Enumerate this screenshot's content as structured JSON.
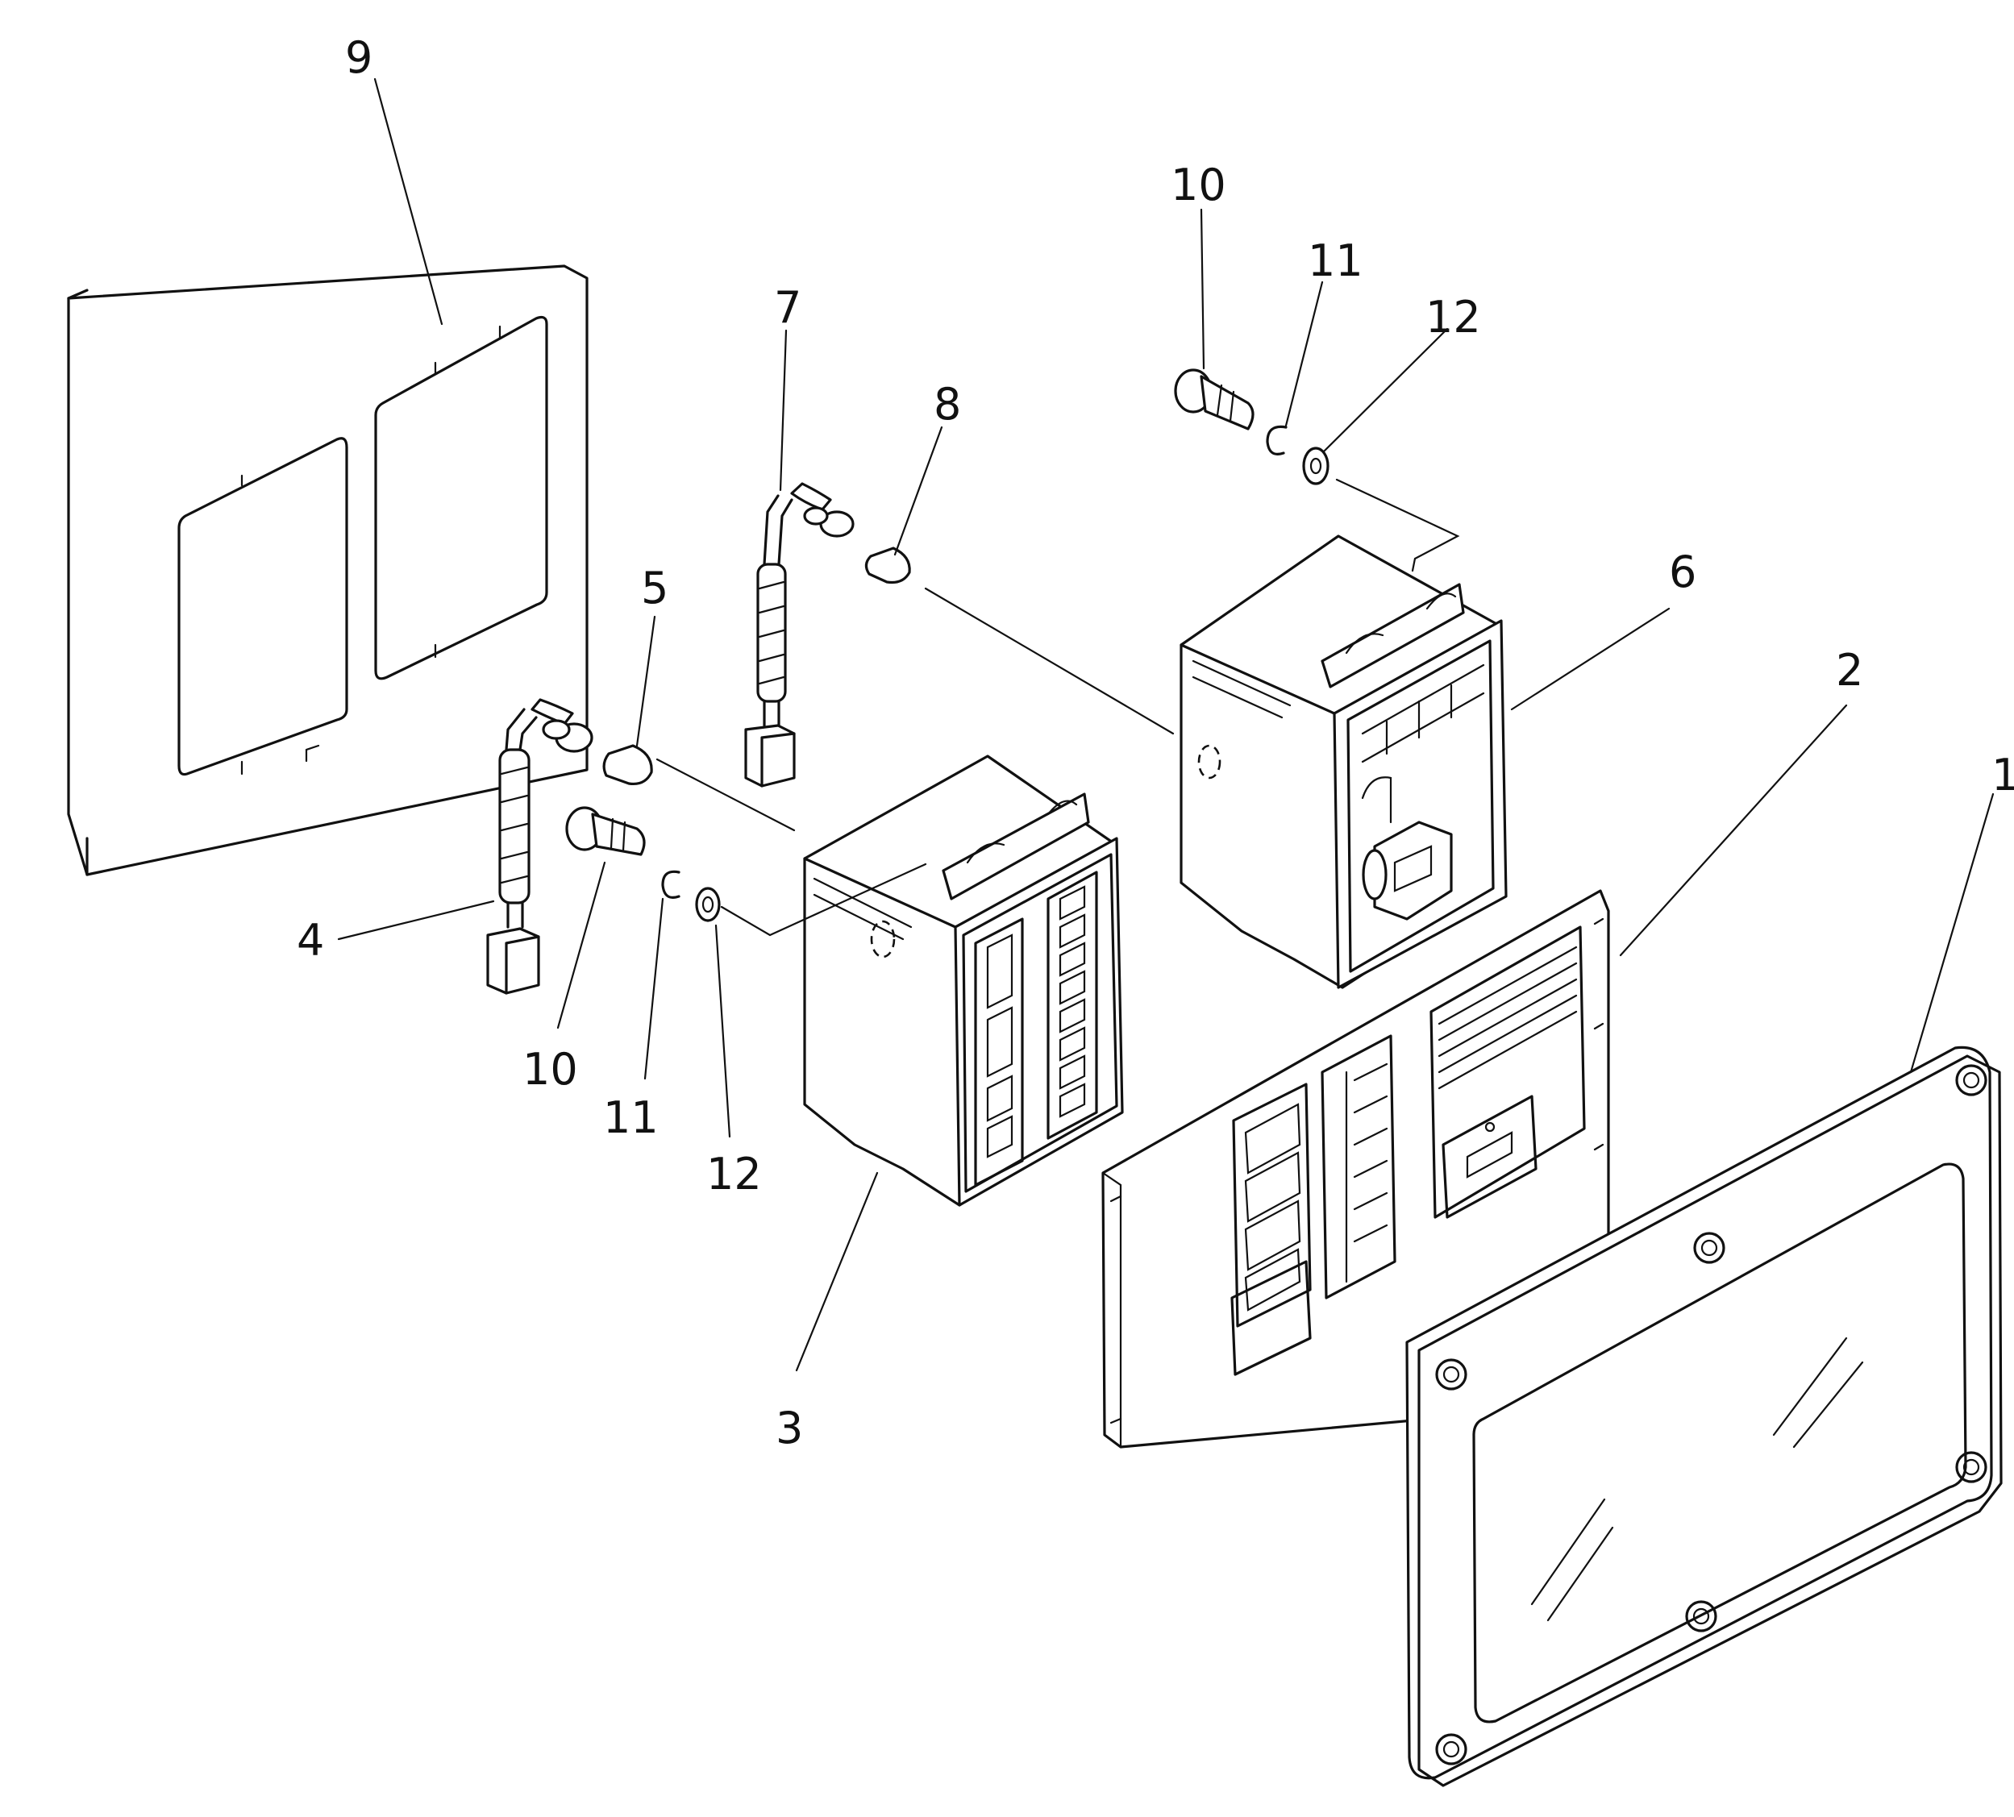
{
  "labels": {
    "l1": "1",
    "l2": "2",
    "l3": "3",
    "l4": "4",
    "l5": "5",
    "l6": "6",
    "l7": "7",
    "l8": "8",
    "l9": "9",
    "l10a": "10",
    "l11a": "11",
    "l12a": "12",
    "l10b": "10",
    "l11b": "11",
    "l12b": "12"
  }
}
